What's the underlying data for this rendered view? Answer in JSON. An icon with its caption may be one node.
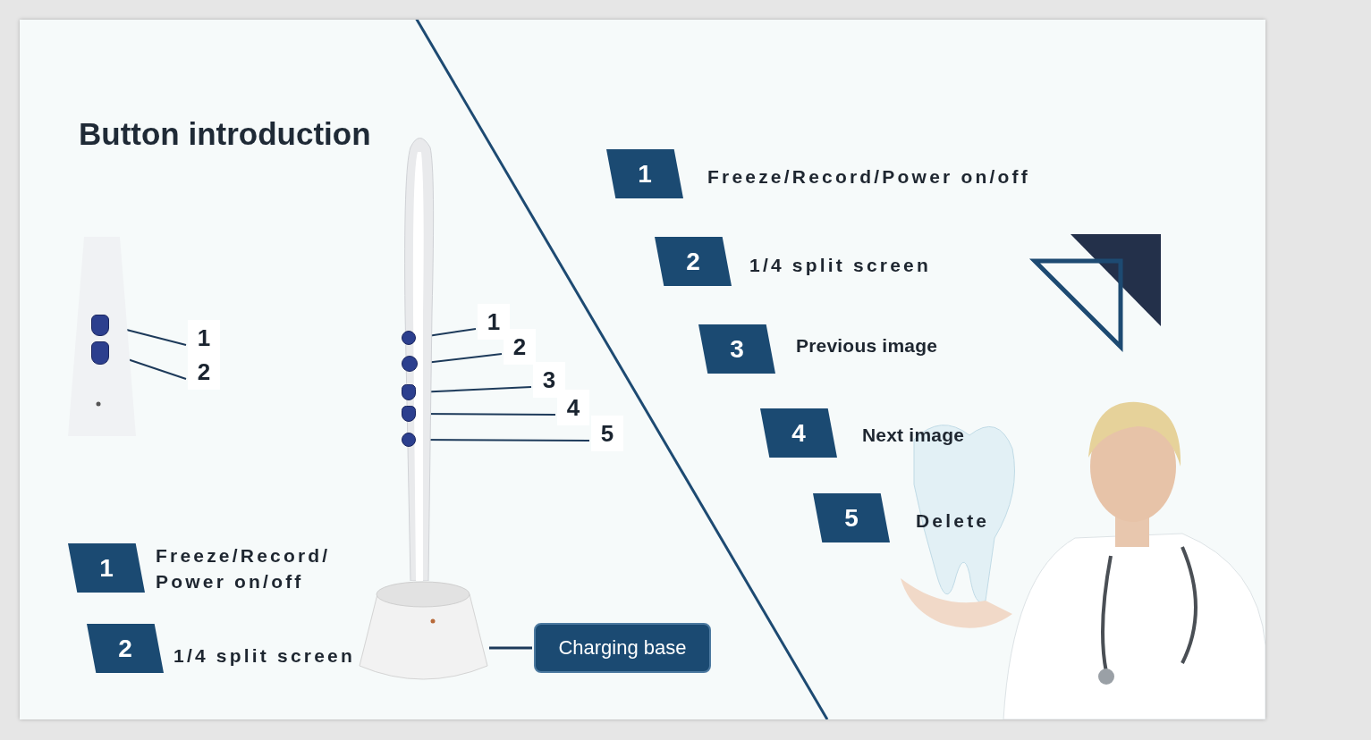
{
  "diagram": {
    "title": "Button introduction",
    "nodes": [
      {
        "text": [],
        "shape": "picture"
      },
      {
        "text": [],
        "shape": "box",
        "in": 0
      },
      {
        "text": [],
        "shape": "box",
        "in": 0
      },
      {
        "text": [
          "1"
        ]
      },
      {
        "text": [
          "2"
        ]
      },
      {
        "text": [],
        "shape": "picture"
      },
      {
        "text": [],
        "shape": "circle",
        "in": 5
      },
      {
        "text": [],
        "shape": "circle",
        "in": 5
      },
      {
        "text": [],
        "shape": "box",
        "in": 5
      },
      {
        "text": [],
        "shape": "box",
        "in": 5
      },
      {
        "text": [],
        "shape": "circle",
        "in": 5
      },
      {
        "text": [
          "1"
        ]
      },
      {
        "text": [
          "2"
        ]
      },
      {
        "text": [
          "3"
        ]
      },
      {
        "text": [
          "4"
        ]
      },
      {
        "text": [
          "5"
        ]
      },
      {
        "text": [],
        "shape": "picture"
      },
      {
        "text": [
          "Charging base"
        ]
      },
      {
        "text": [
          "1"
        ],
        "beside": [
          "Freeze/Record/ Power on/off"
        ]
      },
      {
        "text": [
          "2"
        ],
        "beside": [
          "1/4 split screen"
        ]
      },
      {
        "text": [
          "1"
        ],
        "beside": [
          "Freeze/Record/Power on/off"
        ]
      },
      {
        "text": [
          "2"
        ],
        "beside": [
          "1/4 split screen"
        ]
      },
      {
        "text": [
          "3"
        ],
        "beside": [
          "Previous image"
        ]
      },
      {
        "text": [
          "4"
        ],
        "beside": [
          "Next image"
        ]
      },
      {
        "text": [
          "5"
        ],
        "beside": [
          "Delete"
        ]
      }
    ],
    "edges": [
      {
        "from": 3,
        "to": 1,
        "arrow": "none"
      },
      {
        "from": 4,
        "to": 2,
        "arrow": "none"
      },
      {
        "from": 11,
        "to": 6,
        "arrow": "none"
      },
      {
        "from": 12,
        "to": 7,
        "arrow": "none"
      },
      {
        "from": 13,
        "to": 8,
        "arrow": "none"
      },
      {
        "from": 14,
        "to": 9,
        "arrow": "none"
      },
      {
        "from": 15,
        "to": 10,
        "arrow": "none"
      },
      {
        "from": 17,
        "to": 16,
        "arrow": "none"
      }
    ]
  }
}
